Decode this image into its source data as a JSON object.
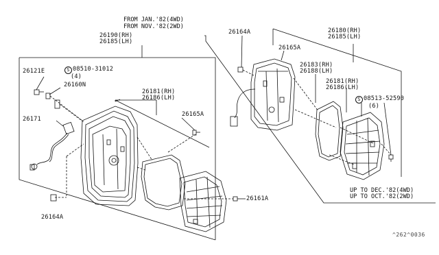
{
  "notes": {
    "from_jan": "FROM JAN.'82(4WD)",
    "from_nov": "FROM NOV.'82(2WD)",
    "up_to_dec": "UP TO DEC.'82(4WD)",
    "up_to_oct": "UP TO OCT.'82(2WD)"
  },
  "labels": {
    "p26190": "26190(RH)",
    "p26185": "26185(LH)",
    "p26121E": "26121E",
    "s08510": "08510-31012",
    "s08510_qty": "(4)",
    "p26160N": "26160N",
    "p26171": "26171",
    "p26164A_left": "26164A",
    "p26181_left": "26181(RH)",
    "p26186_left": "26186(LH)",
    "p26165A_mid": "26165A",
    "p26161A": "26161A",
    "p26164A_right": "26164A",
    "p26165A_right": "26165A",
    "p26180": "26180(RH)",
    "p26185_right": "26185(LH)",
    "p26183": "26183(RH)",
    "p26188": "26188(LH)",
    "p26181_right": "26181(RH)",
    "p26186_right": "26186(LH)",
    "s08513": "08513-52590",
    "s08513_qty": "(6)",
    "screw_symbol": "S"
  },
  "footer": {
    "code": "^262^0036"
  },
  "colors": {
    "ink": "#111111",
    "background": "#ffffff"
  }
}
